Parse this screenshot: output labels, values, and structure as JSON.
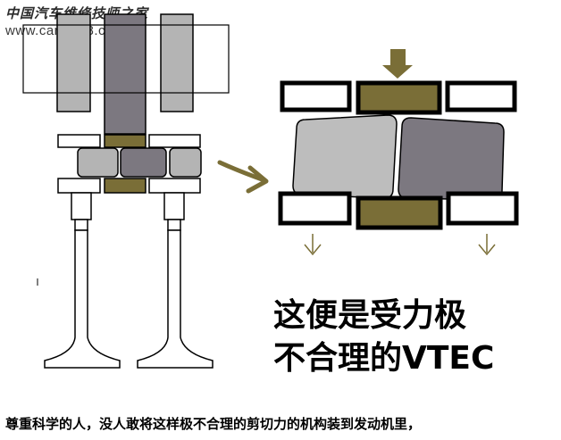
{
  "watermark": {
    "chinese": "中国汽车维修技师之家",
    "url": "www.cartech8.com"
  },
  "headline": {
    "line1": "这便是受力极",
    "line2": "不合理的VTEC"
  },
  "caption": "尊重科学的人，没人敢将这样极不合理的剪切力的机构装到发动机里，",
  "colors": {
    "light_gray": "#b4b4b4",
    "dark_gray": "#7c7880",
    "olive": "#7a6e37",
    "arrow": "#7a6e37"
  }
}
